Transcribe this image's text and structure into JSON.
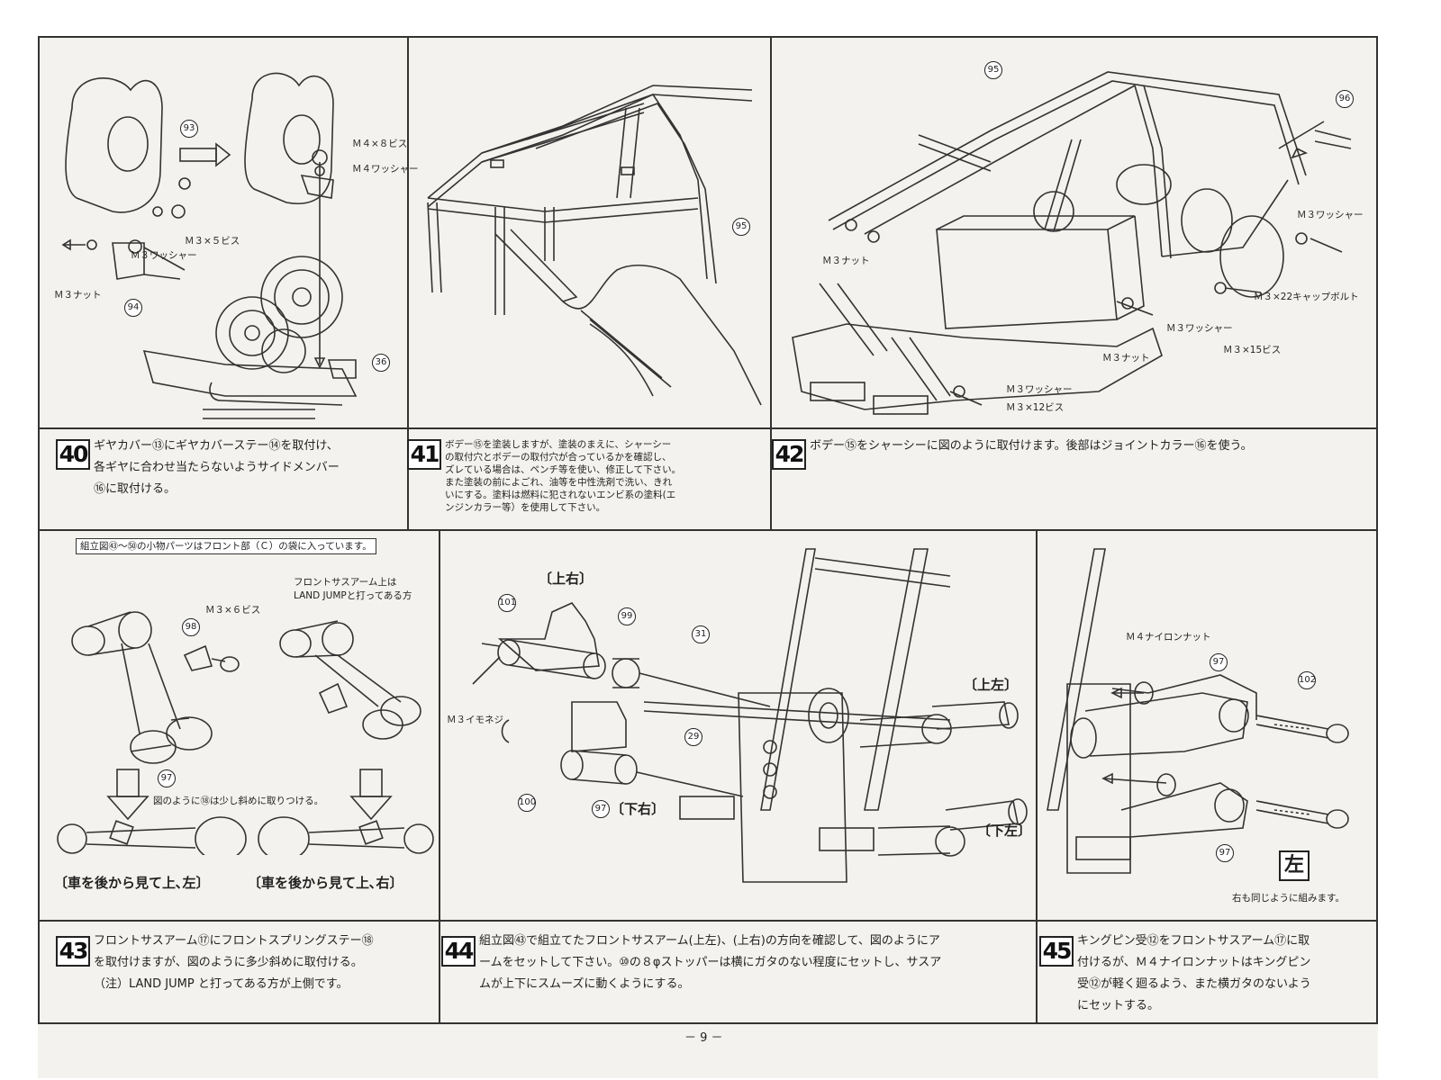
{
  "page_number": "－ 9 －",
  "steps": [
    {
      "num": "40",
      "lines": [
        "ギヤカバー⑬にギヤカバーステー⑭を取付け、",
        "各ギヤに合わせ当たらないようサイドメンバー",
        "⑯に取付ける。"
      ]
    },
    {
      "num": "41",
      "lines": [
        "ボデー⑮を塗装しますが、塗装のまえに、シャーシー",
        "の取付穴とボデーの取付穴が合っているかを確認し、",
        "ズレている場合は、ペンチ等を使い、修正して下さい。",
        "また塗装の前によごれ、油等を中性洗剤で洗い、きれ",
        "いにする。塗料は燃料に犯されないエンビ系の塗料(エ",
        "ンジンカラー等）を使用して下さい。"
      ]
    },
    {
      "num": "42",
      "lines": [
        "ボデー⑮をシャーシーに図のように取付けます。後部はジョイントカラー⑯を使う。"
      ]
    },
    {
      "num": "43",
      "lines": [
        "フロントサスアーム⑰にフロントスプリングステー⑱",
        "を取付けますが、図のように多少斜めに取付ける。",
        "（注）LAND JUMP と打ってある方が上側です。"
      ]
    },
    {
      "num": "44",
      "lines": [
        "組立図㊸で組立てたフロントサスアーム(上左)、(上右)の方向を確認して、図のようにア",
        "ームをセットして下さい。⑩の８φストッパーは横にガタのない程度にセットし、サスア",
        "ムが上下にスムーズに動くようにする。"
      ]
    },
    {
      "num": "45",
      "lines": [
        "キングピン受⑫をフロントサスアーム⑰に取",
        "付けるが、Ｍ４ナイロンナットはキングピン",
        "受⑫が軽く廻るよう、また横ガタのないよう",
        "にセットする。"
      ]
    }
  ],
  "notice": "組立図㊸～㊿の小物パーツはフロント部（Ｃ）の袋に入っています。",
  "panel40": {
    "part_a": "93",
    "part_b": "94",
    "part_c": "36",
    "m4x8": "Ｍ４×８ビス",
    "m4w": "Ｍ４ワッシャー",
    "m3x5": "Ｍ３×５ビス",
    "m3w": "Ｍ３ワッシャー",
    "m3n": "Ｍ３ナット"
  },
  "panel41": {
    "part": "95"
  },
  "panel42": {
    "part_a": "95",
    "part_b": "96",
    "m3n_a": "Ｍ３ナット",
    "m3w_a": "Ｍ３ワッシャー",
    "cap": "Ｍ３×22キャップボルト",
    "m3n_b": "Ｍ３ナット",
    "m3w_b": "Ｍ３ワッシャー",
    "m3x15": "Ｍ３×15ビス",
    "m3w_c": "Ｍ３ワッシャー",
    "m3x12": "Ｍ３×12ビス"
  },
  "panel43": {
    "part_a": "98",
    "part_b": "97",
    "m3x6": "Ｍ３×６ビス",
    "note_a": "フロントサスアーム上は",
    "note_b": "LAND JUMPと打ってある方",
    "slant": "図のように⑱は少し斜めに取りつける。",
    "cap_left": "〔車を後から見て上､左〕",
    "cap_right": "〔車を後から見て上､右〕"
  },
  "panel44": {
    "up_right": "〔上右〕",
    "up_left": "〔上左〕",
    "down_right": "〔下右〕",
    "down_left": "〔下左〕",
    "p101": "101",
    "p99": "99",
    "p31": "31",
    "p29": "29",
    "p100": "100",
    "p97": "97",
    "set_screw": "Ｍ３イモネジ"
  },
  "panel45": {
    "nut": "Ｍ４ナイロンナット",
    "p97a": "97",
    "p97b": "97",
    "p102": "102",
    "left": "左",
    "same": "右も同じように組みます。"
  }
}
